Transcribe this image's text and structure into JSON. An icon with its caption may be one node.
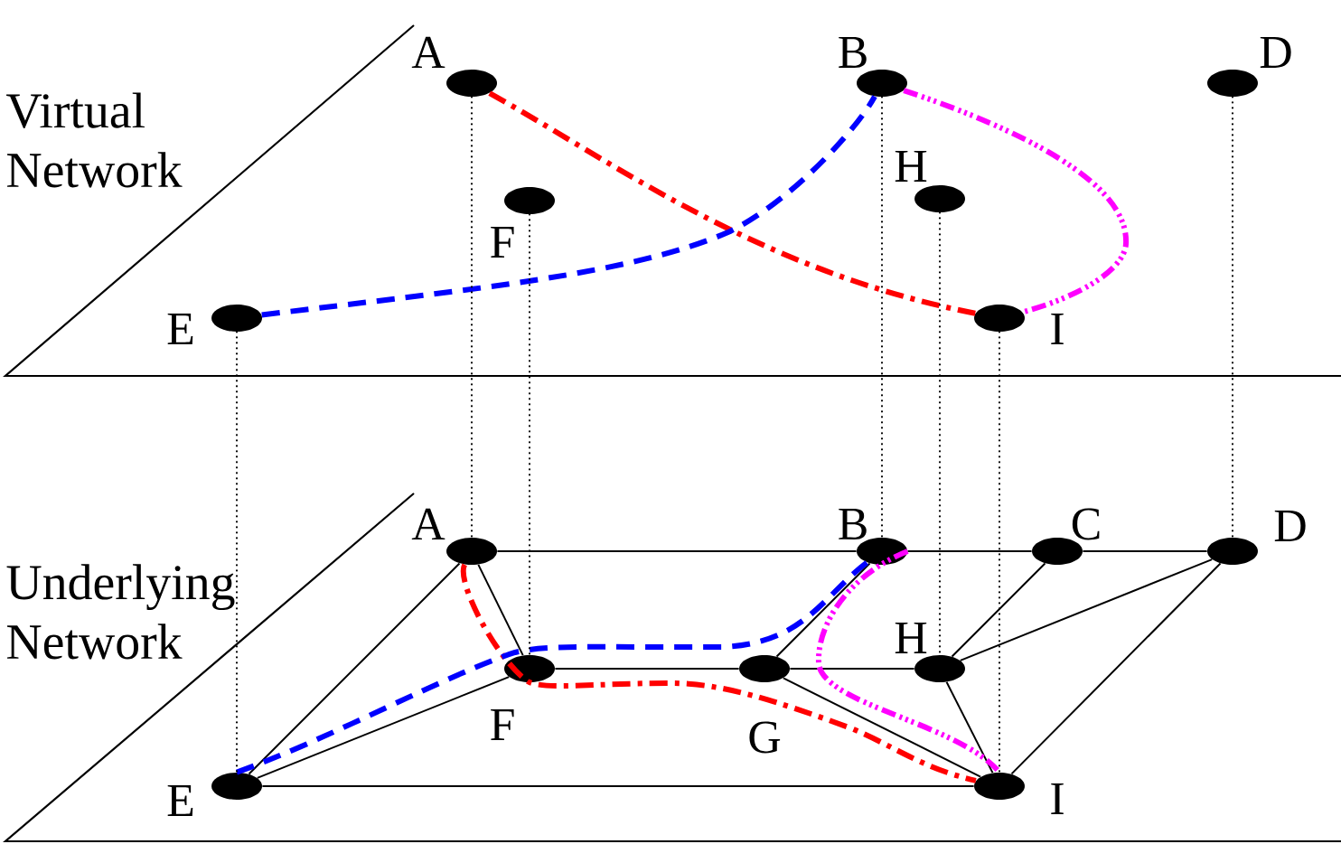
{
  "diagram": {
    "nodes": [
      {
        "text": [
          "A"
        ]
      },
      {
        "text": [
          "B"
        ]
      },
      {
        "text": [
          "D"
        ]
      },
      {
        "text": [
          "F"
        ]
      },
      {
        "text": [
          "H"
        ]
      },
      {
        "text": [
          "E"
        ]
      },
      {
        "text": [
          "I"
        ]
      },
      {
        "text": [
          "A"
        ]
      },
      {
        "text": [
          "B"
        ]
      },
      {
        "text": [
          "C"
        ]
      },
      {
        "text": [
          "D"
        ]
      },
      {
        "text": [
          "F"
        ]
      },
      {
        "text": [
          "G"
        ]
      },
      {
        "text": [
          "H"
        ]
      },
      {
        "text": [
          "E"
        ]
      },
      {
        "text": [
          "I"
        ]
      }
    ],
    "edges": [
      {
        "from": 0,
        "to": 6,
        "arrow": "none",
        "style": "dashed",
        "color": "#ff0000"
      },
      {
        "from": 5,
        "to": 1,
        "arrow": "none",
        "style": "dashed",
        "color": "#0000ff"
      },
      {
        "from": 1,
        "to": 6,
        "arrow": "none",
        "style": "dashed",
        "color": "#ff00ff"
      },
      {
        "from": 7,
        "to": 8,
        "arrow": "none"
      },
      {
        "from": 8,
        "to": 9,
        "arrow": "none"
      },
      {
        "from": 9,
        "to": 10,
        "arrow": "none"
      },
      {
        "from": 7,
        "to": 11,
        "arrow": "none"
      },
      {
        "from": 7,
        "to": 14,
        "arrow": "none"
      },
      {
        "from": 14,
        "to": 11,
        "arrow": "none"
      },
      {
        "from": 14,
        "to": 15,
        "arrow": "none"
      },
      {
        "from": 11,
        "to": 12,
        "arrow": "none"
      },
      {
        "from": 12,
        "to": 13,
        "arrow": "none"
      },
      {
        "from": 12,
        "to": 8,
        "arrow": "none"
      },
      {
        "from": 12,
        "to": 15,
        "arrow": "none"
      },
      {
        "from": 13,
        "to": 9,
        "arrow": "none"
      },
      {
        "from": 13,
        "to": 10,
        "arrow": "none"
      },
      {
        "from": 13,
        "to": 15,
        "arrow": "none"
      },
      {
        "from": 10,
        "to": 15,
        "arrow": "none"
      },
      {
        "from": 7,
        "to": 15,
        "arrow": "none",
        "style": "dashed",
        "color": "#ff0000"
      },
      {
        "from": 14,
        "to": 8,
        "arrow": "none",
        "style": "dashed",
        "color": "#0000ff"
      },
      {
        "from": 8,
        "to": 15,
        "arrow": "none",
        "style": "dashed",
        "color": "#ff00ff"
      },
      {
        "from": 0,
        "to": 7,
        "arrow": "none",
        "style": "dashed"
      },
      {
        "from": 1,
        "to": 8,
        "arrow": "none",
        "style": "dashed"
      },
      {
        "from": 2,
        "to": 10,
        "arrow": "none",
        "style": "dashed"
      },
      {
        "from": 3,
        "to": 11,
        "arrow": "none",
        "style": "dashed"
      },
      {
        "from": 4,
        "to": 13,
        "arrow": "none",
        "style": "dashed"
      },
      {
        "from": 5,
        "to": 14,
        "arrow": "none",
        "style": "dashed"
      },
      {
        "from": 6,
        "to": 15,
        "arrow": "none",
        "style": "dashed"
      }
    ],
    "labels": [
      "Virtual Network",
      "Underlying Network"
    ]
  }
}
